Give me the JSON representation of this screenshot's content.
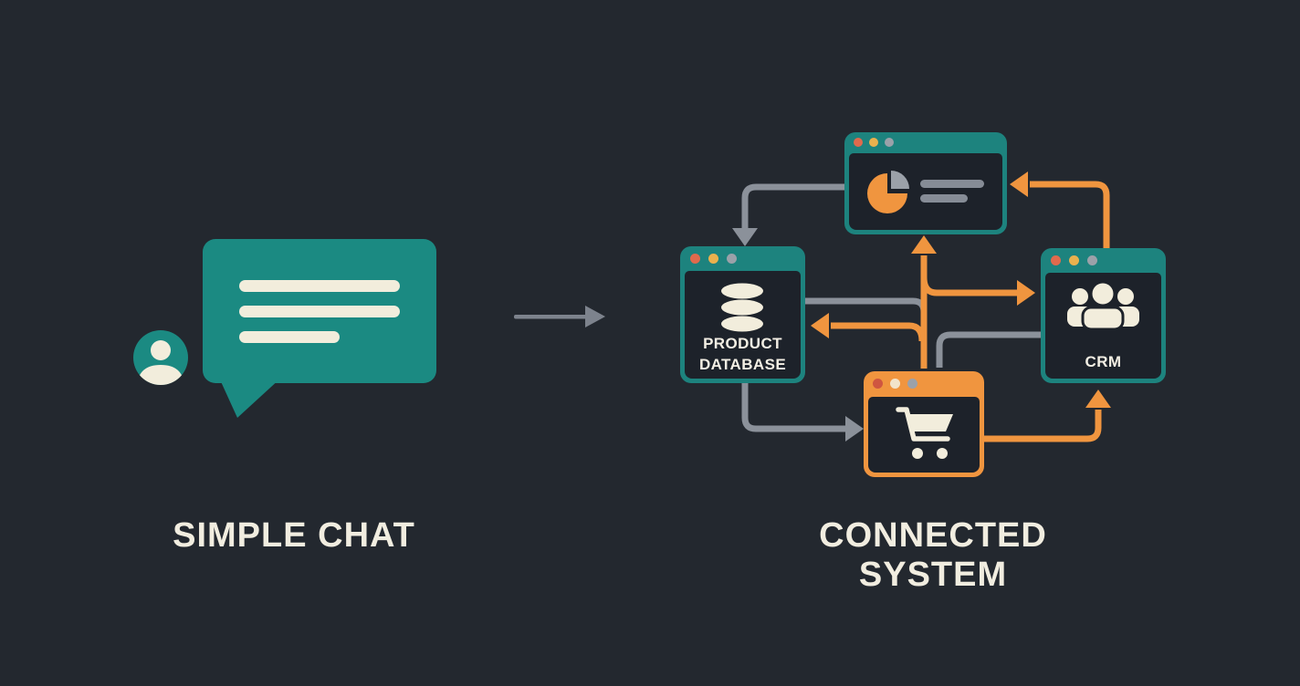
{
  "page": {
    "background": "#23282f"
  },
  "palette": {
    "teal_window": "#1d837e",
    "teal_bubble": "#1b8a82",
    "orange": "#f0953f",
    "cream": "#f2eddc",
    "text_cream": "#f1ede0",
    "window_body": "#1d222a",
    "gray_connector": "#8b919a",
    "gray_transition_arrow": "#7d838d",
    "dot_red": "#e06a4d",
    "dot_yellow": "#eab14e",
    "dot_gray": "#9ba1a9",
    "cart_dot_red": "#cf5640",
    "cart_dot_cream": "#f2e4cb"
  },
  "left_panel": {
    "title": "SIMPLE CHAT",
    "icons": [
      "user-avatar-icon",
      "chat-bubble-icon"
    ],
    "chat_lines_count": 3
  },
  "transition": {
    "icon": "right-arrow-icon"
  },
  "right_panel": {
    "title": "CONNECTED SYSTEM",
    "windows": {
      "analytics": {
        "icons": [
          "pie-chart-icon",
          "text-lines-icon"
        ]
      },
      "product_database": {
        "label_line1": "PRODUCT",
        "label_line2": "DATABASE",
        "icon": "database-icon"
      },
      "crm": {
        "label": "CRM",
        "icon": "users-icon"
      },
      "cart": {
        "icon": "shopping-cart-icon"
      }
    },
    "connectors": {
      "gray": [
        "analytics-to-product-database",
        "product-database-to-cart-left",
        "product-database-to-cart-top",
        "crm-to-cart-top"
      ],
      "orange": [
        "crm-to-analytics",
        "cart-to-analytics",
        "cart-to-product-database",
        "cart-to-crm-left",
        "cart-to-crm-bottom"
      ]
    }
  }
}
